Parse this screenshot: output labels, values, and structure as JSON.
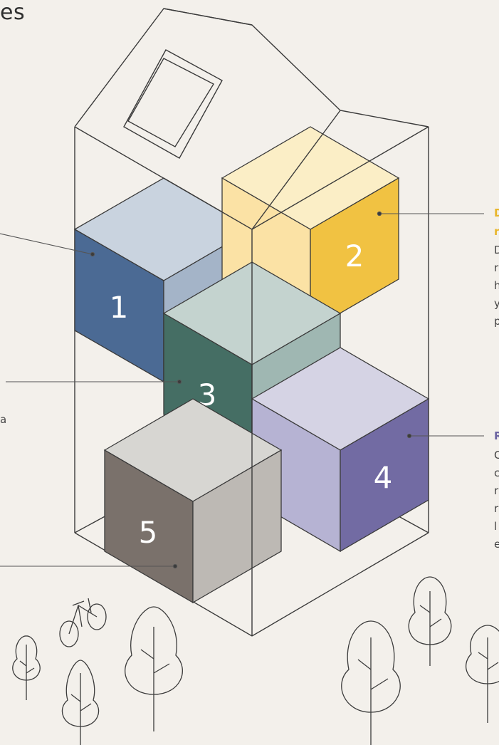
{
  "heading": "es",
  "modules": [
    {
      "number": "1",
      "colors": {
        "top": "#c9d3df",
        "left": "#4b6a94",
        "right": "#a4b4c8"
      }
    },
    {
      "number": "2",
      "colors": {
        "top": "#fbeec6",
        "left": "#fbe2a5",
        "right": "#f1c242"
      }
    },
    {
      "number": "3",
      "colors": {
        "top": "#c4d3cf",
        "left": "#456e64",
        "right": "#9fb7b2"
      }
    },
    {
      "number": "4",
      "colors": {
        "top": "#d5d3e4",
        "left": "#b6b3d3",
        "right": "#726ba3"
      }
    },
    {
      "number": "5",
      "colors": {
        "top": "#d7d6d2",
        "left": "#7a716b",
        "right": "#bdb9b4"
      }
    }
  ],
  "right_text": [
    {
      "text": "D",
      "color": "#e8b62c",
      "title": true
    },
    {
      "text": "r",
      "color": "#e8b62c",
      "title": true
    },
    {
      "text": "D",
      "color": "#444444",
      "title": false
    },
    {
      "text": "r",
      "color": "#444444",
      "title": false
    },
    {
      "text": "h",
      "color": "#444444",
      "title": false
    },
    {
      "text": "y",
      "color": "#444444",
      "title": false
    },
    {
      "text": "p",
      "color": "#444444",
      "title": false
    },
    {
      "text": "R",
      "color": "#6b63a0",
      "title": true
    },
    {
      "text": "C",
      "color": "#444444",
      "title": false
    },
    {
      "text": "c",
      "color": "#444444",
      "title": false
    },
    {
      "text": "r",
      "color": "#444444",
      "title": false
    },
    {
      "text": "r",
      "color": "#444444",
      "title": false
    },
    {
      "text": "l",
      "color": "#444444",
      "title": false
    },
    {
      "text": "e",
      "color": "#444444",
      "title": false
    }
  ],
  "left_text": [
    {
      "text": "a",
      "color": "#444444"
    }
  ],
  "line_color": "#3b3b3b"
}
